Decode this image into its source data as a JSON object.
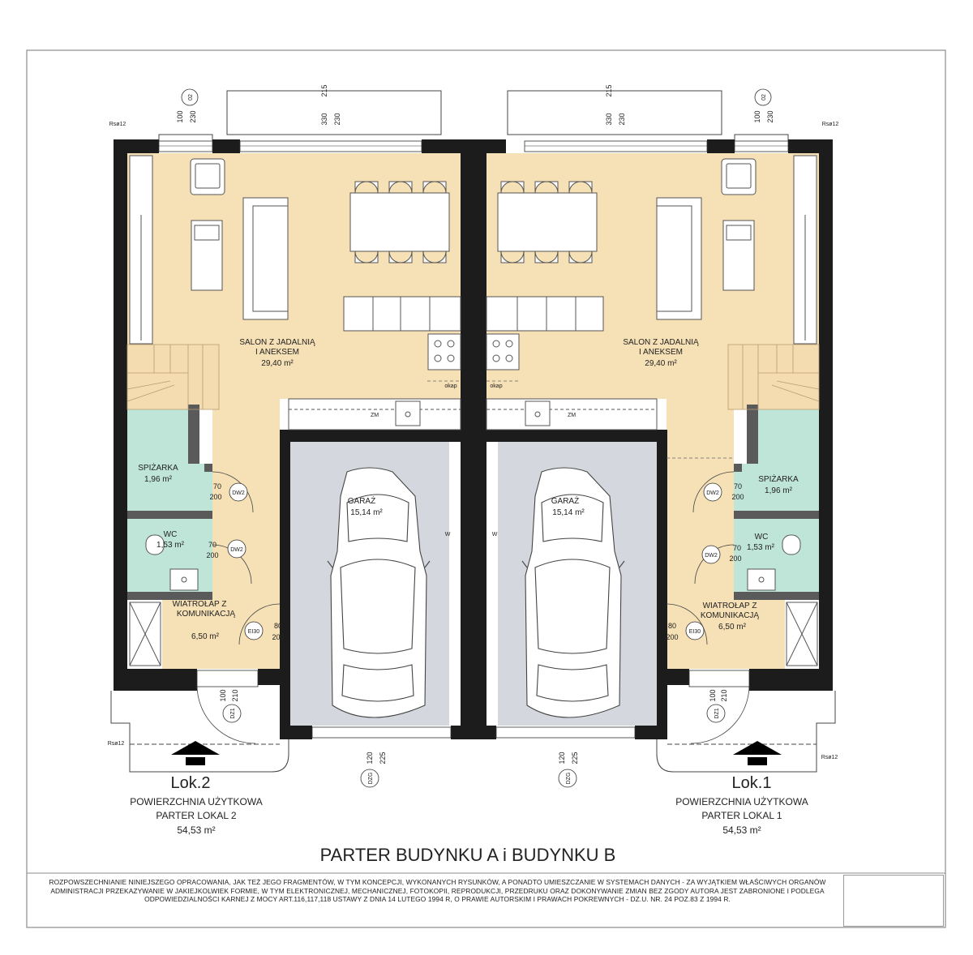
{
  "title": "PARTER BUDYNKU A i BUDYNKU B",
  "colors": {
    "living": "#f6e0b6",
    "wet": "#bfe4d8",
    "garage": "#d5d7de",
    "wall": "#1c1c1c",
    "wall_inner": "#595959"
  },
  "units": [
    {
      "lok_label": "Lok.2",
      "usable_area_line1": "POWIERZCHNIA UŻYTKOWA",
      "usable_area_line2": "PARTER LOKAL 2",
      "usable_area_value": "54,53 m²",
      "rooms": {
        "salon": {
          "line1": "SALON Z JADALNIĄ",
          "line2": "I ANEKSEM",
          "area": "29,40 m²"
        },
        "spizarka": {
          "line1": "SPIŻARKA",
          "area": "1,96 m²"
        },
        "wc": {
          "line1": "WC",
          "area": "1,53 m²"
        },
        "wiatrolap": {
          "line1": "WIATROŁAP Z",
          "line2": "KOMUNIKACJĄ",
          "area": "6,50 m²"
        },
        "garaz": {
          "line1": "GARAŻ",
          "area": "15,14 m²"
        }
      }
    },
    {
      "lok_label": "Lok.1",
      "usable_area_line1": "POWIERZCHNIA UŻYTKOWA",
      "usable_area_line2": "PARTER LOKAL 1",
      "usable_area_value": "54,53 m²",
      "rooms": {
        "salon": {
          "line1": "SALON Z JADALNIĄ",
          "line2": "I ANEKSEM",
          "area": "29,40 m²"
        },
        "spizarka": {
          "line1": "SPIŻARKA",
          "area": "1,96 m²"
        },
        "wc": {
          "line1": "WC",
          "area": "1,53 m²"
        },
        "wiatrolap": {
          "line1": "WIATROŁAP Z",
          "line2": "KOMUNIKACJĄ",
          "area": "6,50 m²"
        },
        "garaz": {
          "line1": "GARAŻ",
          "area": "15,14 m²"
        }
      }
    }
  ],
  "annotations": {
    "rso": "Rsø12",
    "okap": "okap",
    "door_dw2": "DW2",
    "door_ei30": "EI30",
    "door_dz1": "DZ1",
    "door_dzg": "DZG",
    "window_02": "02",
    "w_mark": "W",
    "zm": "ZM",
    "dim_70": "70",
    "dim_200": "200",
    "dim_80": "80",
    "dim_100": "100",
    "dim_210": "210",
    "dim_120": "120",
    "dim_225": "225",
    "dim_230": "230",
    "dim_330": "330",
    "dim_215": "215"
  },
  "disclaimer": "ROZPOWSZECHNIANIE NINIEJSZEGO OPRACOWANIA, JAK TEŻ JEGO FRAGMENTÓW, W TYM KONCEPCJI, WYKONANYCH RYSUNKÓW, A PONADTO UMIESZCZANIE W SYSTEMACH DANYCH - ZA WYJĄTKIEM WŁAŚCIWYCH ORGANÓW ADMINISTRACJI PRZEKAZYWANIE W JAKIEJKOLWIEK FORMIE, W TYM ELEKTRONICZNEJ, MECHANICZNEJ, FOTOKOPII, REPRODUKCJI, PRZEDRUKU ORAZ DOKONYWANIE ZMIAN BEZ ZGODY AUTORA JEST ZABRONIONE I PODLEGA ODPOWIEDZIALNOŚCI KARNEJ Z MOCY ART.116,117,118 USTAWY Z DNIA 14 LUTEGO 1994 R, O PRAWIE AUTORSKIM I PRAWACH POKREWNYCH - DZ.U. NR. 24 POZ.83  Z  1994 R."
}
